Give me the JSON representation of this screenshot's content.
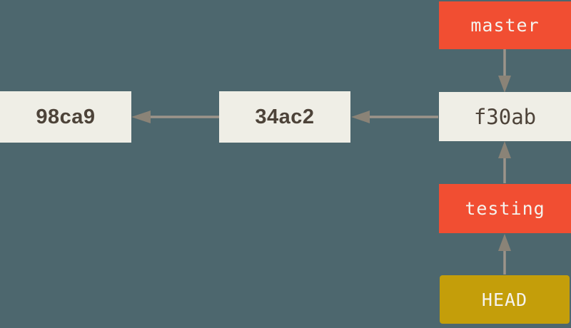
{
  "diagram": {
    "type": "git-commit-history-with-branches",
    "background_color": "#4d676e",
    "arrow_color": "#9c948a",
    "arrowhead_color": "#8a8377",
    "commit_style": {
      "box_color": "#efeee6",
      "text_color": "#4d4339"
    },
    "ref_style": {
      "branch_color": "#f14e32",
      "head_color": "#c49e0a",
      "text_color": "#f5f3ee"
    },
    "commits": [
      {
        "id": "98ca9"
      },
      {
        "id": "34ac2"
      },
      {
        "id": "f30ab"
      }
    ],
    "branches": [
      {
        "name": "master",
        "points_to": "f30ab"
      },
      {
        "name": "testing",
        "points_to": "f30ab"
      }
    ],
    "head": {
      "name": "HEAD",
      "points_to": "testing"
    },
    "edges": [
      {
        "from": "f30ab",
        "to": "34ac2",
        "kind": "parent"
      },
      {
        "from": "34ac2",
        "to": "98ca9",
        "kind": "parent"
      },
      {
        "from": "master",
        "to": "f30ab",
        "kind": "ref"
      },
      {
        "from": "testing",
        "to": "f30ab",
        "kind": "ref"
      },
      {
        "from": "HEAD",
        "to": "testing",
        "kind": "ref"
      }
    ]
  }
}
